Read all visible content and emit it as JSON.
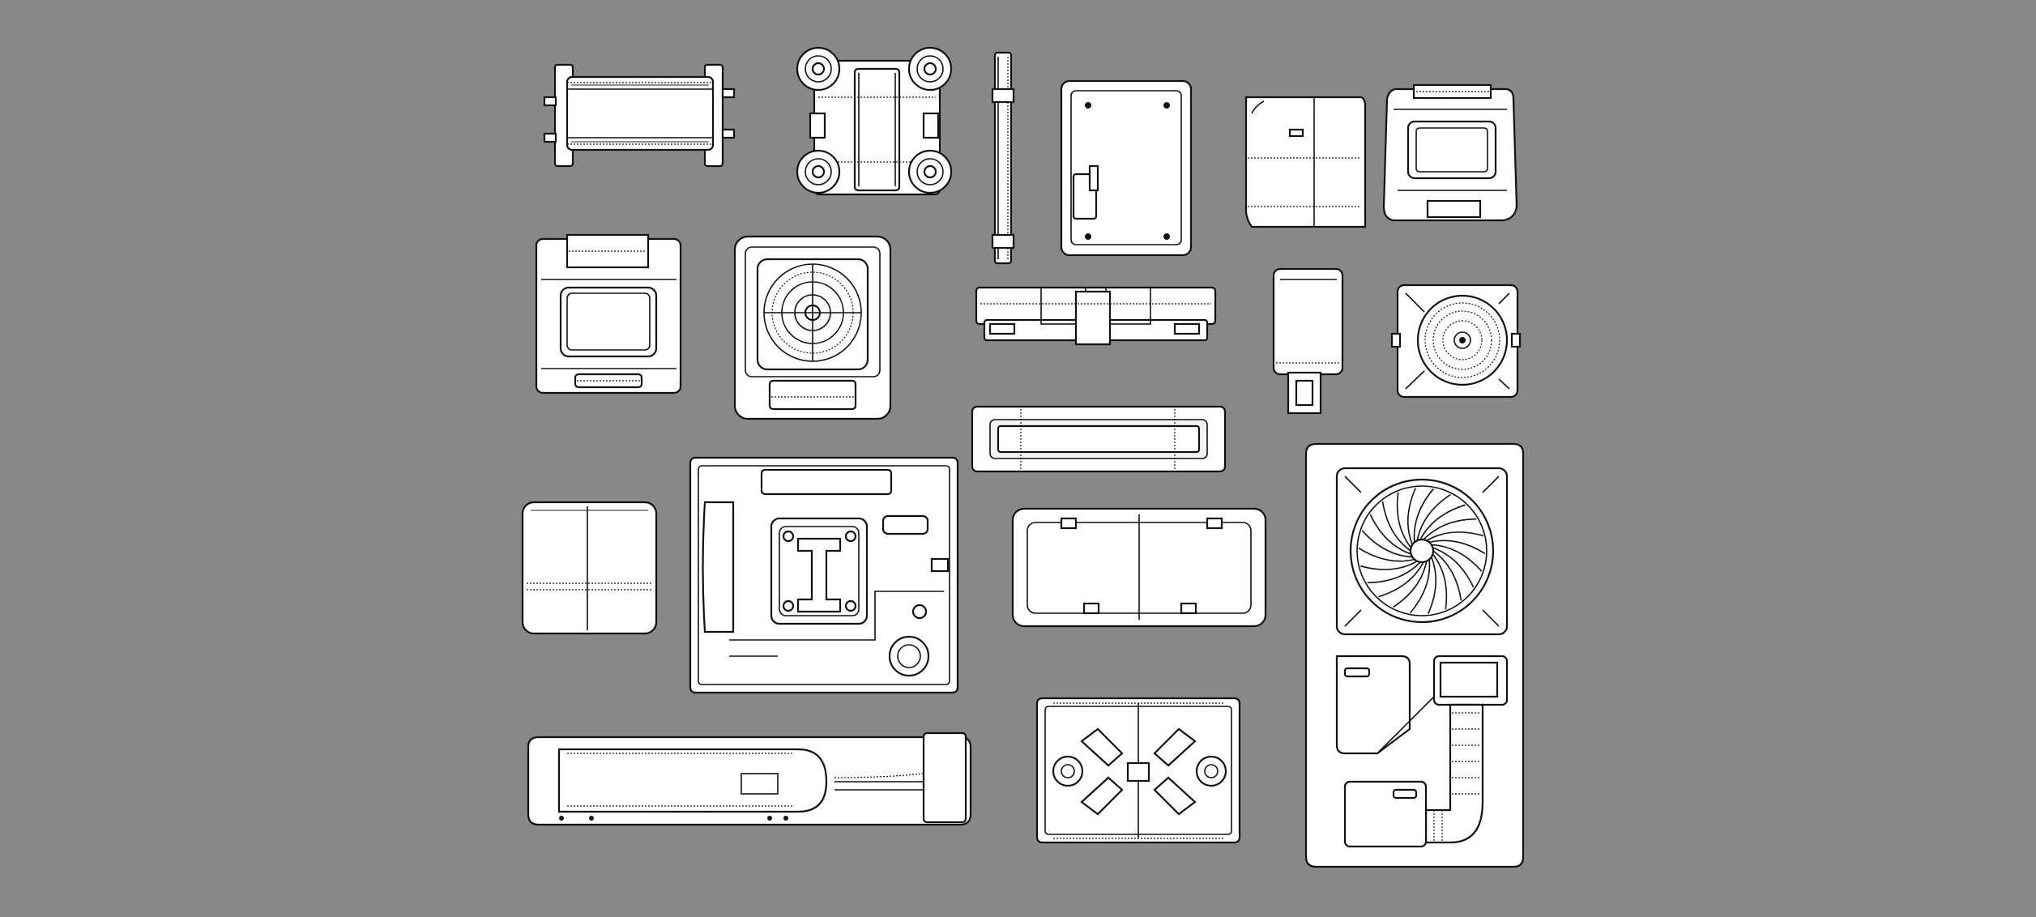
{
  "background": "#888888",
  "line_color": "#111111",
  "fill_color": "#ffffff",
  "parts": [
    {
      "name": "cylinder-housing"
    },
    {
      "name": "wheeled-chassis"
    },
    {
      "name": "thin-strut"
    },
    {
      "name": "hatch-panel"
    },
    {
      "name": "curved-block"
    },
    {
      "name": "screen-module"
    },
    {
      "name": "terminal-module"
    },
    {
      "name": "turbine-panel"
    },
    {
      "name": "rail-bracket"
    },
    {
      "name": "tall-box"
    },
    {
      "name": "round-vent-panel"
    },
    {
      "name": "frame-tray"
    },
    {
      "name": "soft-block"
    },
    {
      "name": "machinery-panel"
    },
    {
      "name": "inset-panel"
    },
    {
      "name": "fan-pipe-panel"
    },
    {
      "name": "tank-unit"
    },
    {
      "name": "cross-vent-panel"
    }
  ]
}
